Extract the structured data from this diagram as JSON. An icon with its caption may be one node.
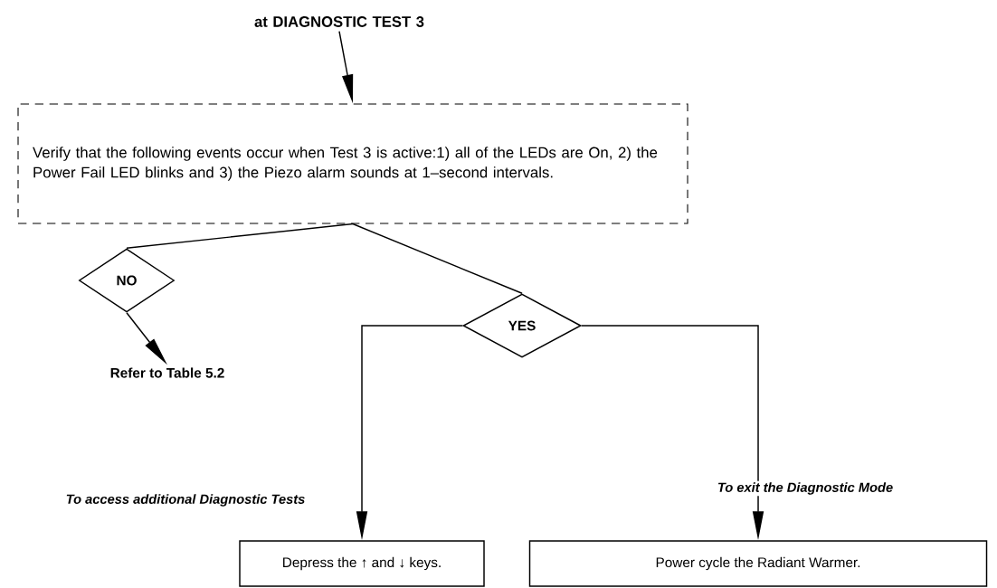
{
  "diagram": {
    "nodes": [
      {
        "text": [
          "at DIAGNOSTIC TEST 3"
        ]
      },
      {
        "text": [
          "Verify that the following events occur when Test 3 is active:1) all of the LEDs are On, 2) the Power Fail LED blinks and 3) the Piezo alarm sounds at 1–second intervals."
        ]
      },
      {
        "text": [
          "NO"
        ]
      },
      {
        "text": [
          "Refer to Table 5.2"
        ]
      },
      {
        "text": [
          "YES"
        ]
      },
      {
        "text": [
          "Depress the ↑ and ↓ keys."
        ]
      },
      {
        "text": [
          "Power cycle the Radiant Warmer."
        ]
      }
    ],
    "edges": [
      {
        "from": 0,
        "to": 1,
        "arrow": "to"
      },
      {
        "from": 1,
        "to": 2,
        "arrow": "none"
      },
      {
        "from": 2,
        "to": 3,
        "arrow": "to"
      },
      {
        "from": 1,
        "to": 4,
        "arrow": "none"
      },
      {
        "from": 4,
        "to": 5,
        "arrow": "to",
        "label": "To access additional Diagnostic Tests"
      },
      {
        "from": 4,
        "to": 6,
        "arrow": "to",
        "label": "To exit the Diagnostic Mode"
      }
    ]
  }
}
